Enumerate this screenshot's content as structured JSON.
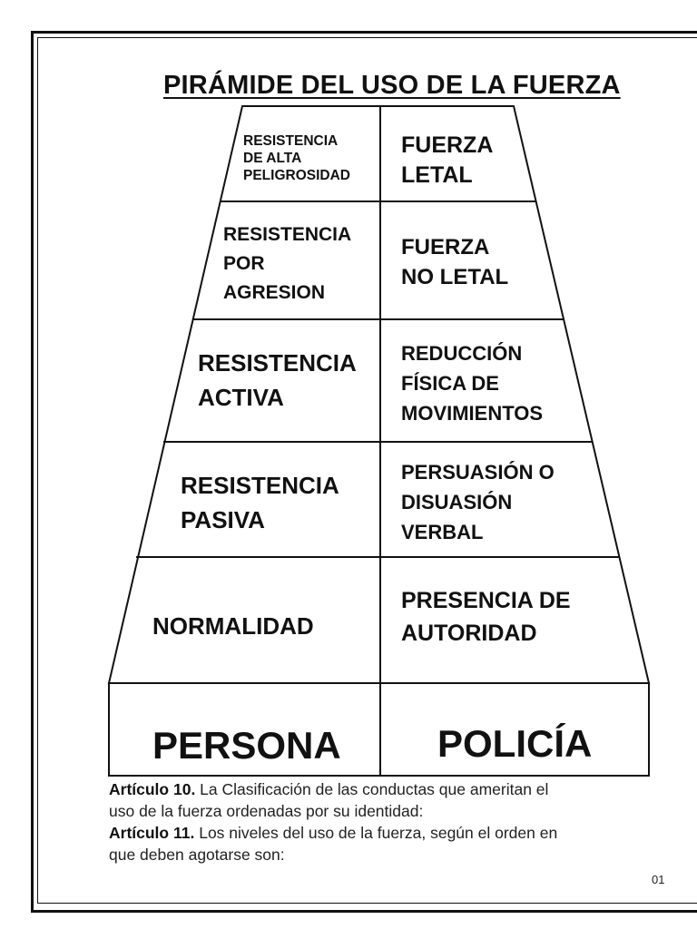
{
  "title": "PIRÁMIDE DEL USO DE LA FUERZA",
  "levels": [
    {
      "persona": [
        "RESISTENCIA",
        "DE ALTA",
        "PELIGROSIDAD"
      ],
      "policia": [
        "FUERZA",
        "LETAL"
      ]
    },
    {
      "persona": [
        "RESISTENCIA",
        "POR",
        "AGRESION"
      ],
      "policia": [
        "FUERZA",
        "NO LETAL"
      ]
    },
    {
      "persona": [
        "RESISTENCIA",
        "ACTIVA"
      ],
      "policia": [
        "REDUCCIÓN",
        "FÍSICA DE",
        "MOVIMIENTOS"
      ]
    },
    {
      "persona": [
        "RESISTENCIA",
        "PASIVA"
      ],
      "policia": [
        "PERSUASIÓN O",
        "DISUASIÓN",
        "VERBAL"
      ]
    },
    {
      "persona": [
        "NORMALIDAD"
      ],
      "policia": [
        "PRESENCIA DE",
        "AUTORIDAD"
      ]
    }
  ],
  "base": {
    "left": "PERSONA",
    "right": "POLICÍA"
  },
  "articles": [
    {
      "label": "Artículo 10.",
      "line1": " La Clasificación de las conductas que ameritan el",
      "line2": "uso de la fuerza ordenadas por su identidad:"
    },
    {
      "label": "Artículo 11.",
      "line1": " Los niveles del uso de la fuerza, según el orden en",
      "line2": "que deben agotarse son:"
    }
  ],
  "page_number": "01"
}
